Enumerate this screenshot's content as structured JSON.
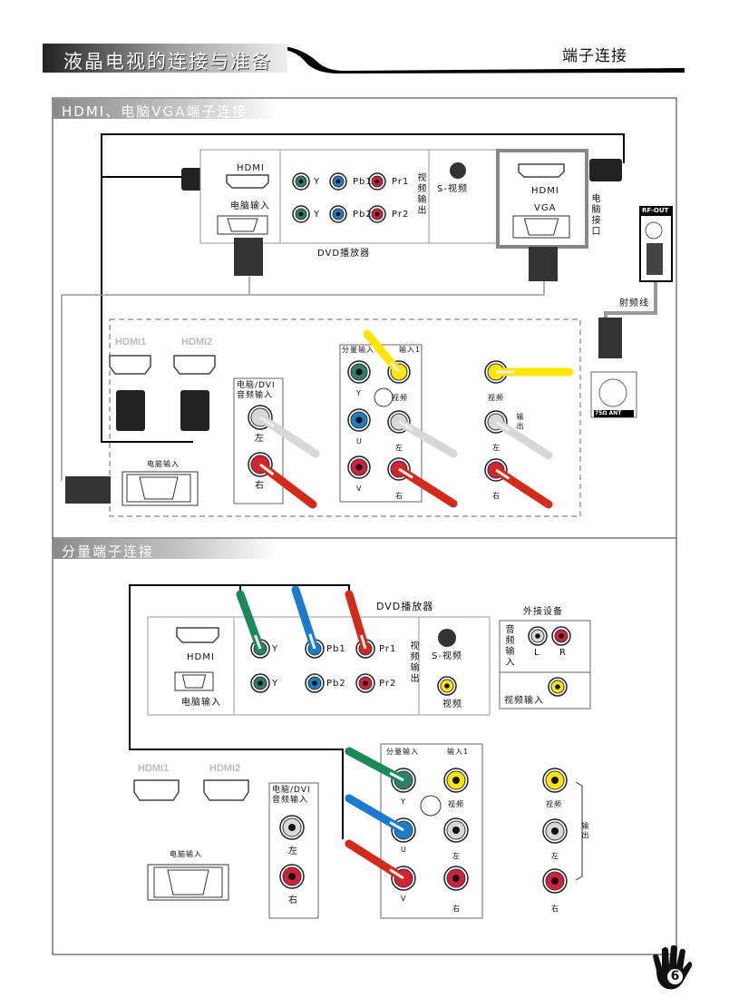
{
  "header": {
    "title": "液晶电视的连接与准备",
    "section": "端子连接"
  },
  "colors": {
    "green": "#2f7d6b",
    "blue": "#1b7fc4",
    "red": "#d3203f",
    "yellow": "#ffe600",
    "white": "#d8d8d8",
    "plug_red": "#d42a1a",
    "plug_green": "#1a8a5a",
    "plug_blue": "#1a7ad0"
  },
  "section1": {
    "title": "HDMI、电脑VGA端子连接",
    "dvd": {
      "hdmi": "HDMI",
      "pc_in": "电脑输入",
      "y1": "Y",
      "pb1": "Pb1",
      "pr1": "Pr1",
      "y2": "Y",
      "pb2": "Pb2",
      "pr2": "Pr2",
      "video_out": "视频输出",
      "svideo": "S-视频",
      "name": "DVD播放器"
    },
    "computer": {
      "hdmi": "HDMI",
      "vga": "VGA",
      "name": "电脑接口"
    },
    "rf": {
      "rf_out": "RF-OUT",
      "cable": "射频线",
      "ant": "75Ω ANT"
    },
    "tv": {
      "hdmi1": "HDMI1",
      "hdmi2": "HDMI2",
      "pc_in": "电脑输入",
      "pc_audio": "电脑/DVI音频输入",
      "left": "左",
      "right": "右",
      "component_in": "分量输入",
      "input1": "输入1",
      "y": "Y",
      "u": "U",
      "v": "V",
      "video": "视频",
      "left2": "左",
      "right2": "右",
      "out_video": "视频",
      "output": "输出",
      "out_left": "左",
      "out_right": "右"
    }
  },
  "section2": {
    "title": "分量端子连接",
    "dvd": {
      "name": "DVD播放器",
      "hdmi": "HDMI",
      "pc_in": "电脑输入",
      "y1": "Y",
      "pb1": "Pb1",
      "pr1": "Pr1",
      "y2": "Y",
      "pb2": "Pb2",
      "pr2": "Pr2",
      "video_out": "视频输出",
      "svideo": "S-视频",
      "video": "视频"
    },
    "ext": {
      "name": "外接设备",
      "audio_in": "音频输入",
      "l": "L",
      "r": "R",
      "video_in": "视频输入"
    },
    "tv": {
      "hdmi1": "HDMI1",
      "hdmi2": "HDMI2",
      "pc_in": "电脑输入",
      "pc_audio": "电脑/DVI音频输入",
      "left": "左",
      "right": "右",
      "component_in": "分量输入",
      "input1": "输入1",
      "y": "Y",
      "u": "U",
      "v": "V",
      "video": "视频",
      "left2": "左",
      "right2": "右",
      "out_video": "视频",
      "output": "输出",
      "out_left": "左",
      "out_right": "右"
    }
  },
  "page_number": "6"
}
